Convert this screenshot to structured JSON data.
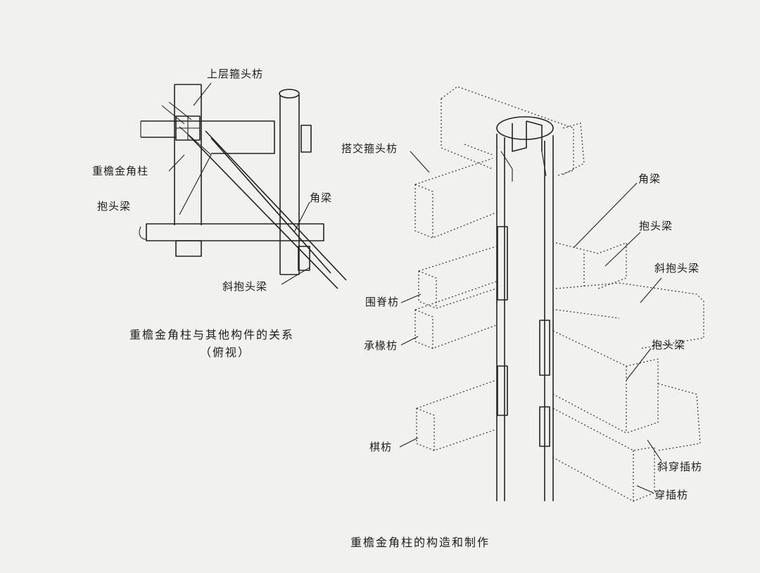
{
  "left_figure": {
    "labels": {
      "upper_fang": "上层箍头枋",
      "column": "重檐金角柱",
      "baotou_liang": "抱头梁",
      "jiao_liang": "角梁",
      "xie_baotou_liang": "斜抱头梁"
    },
    "caption_line1": "重檐金角柱与其他构件的关系",
    "caption_line2": "（俯视）"
  },
  "right_figure": {
    "labels": {
      "dajiao_fang": "搭交箍头枋",
      "jiao_liang": "角梁",
      "baotou_liang_1": "抱头梁",
      "xie_baotou_liang": "斜抱头梁",
      "weiji_fang": "围脊枋",
      "chengchuan_fang": "承椽枋",
      "baotou_liang_2": "抱头梁",
      "qi_fang": "棋枋",
      "xie_chuancha_fang": "斜穿插枋",
      "chuancha_fang": "穿插枋"
    },
    "caption": "重檐金角柱的构造和制作"
  }
}
